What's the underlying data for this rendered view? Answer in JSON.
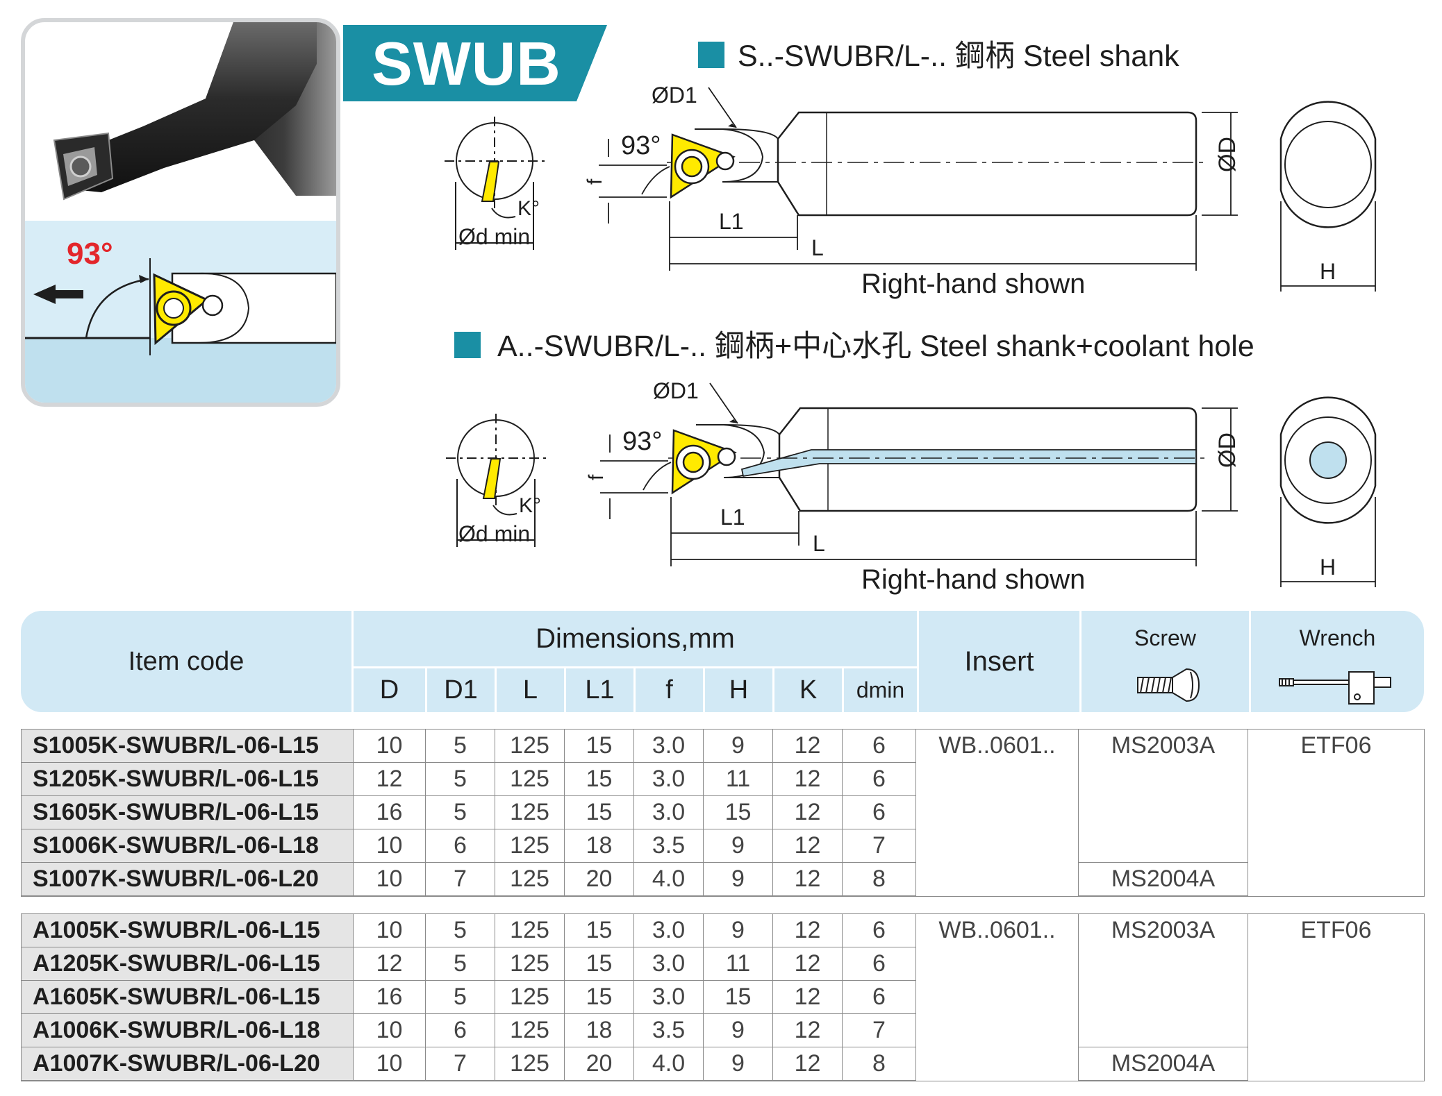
{
  "title": "SWUB",
  "photo": {
    "angle_label": "93°"
  },
  "sections": [
    {
      "title": "S..-SWUBR/L-..  鋼柄 Steel shank",
      "caption": "Right-hand shown",
      "labels": {
        "angle": "93°",
        "d1": "ØD1",
        "f": "f",
        "l1": "L1",
        "l": "L",
        "d": "ØD",
        "h": "H",
        "k": "K°",
        "dmin": "Ød min"
      }
    },
    {
      "title": "A..-SWUBR/L-..  鋼柄+中心水孔 Steel shank+coolant hole",
      "caption": "Right-hand shown",
      "labels": {
        "angle": "93°",
        "d1": "ØD1",
        "f": "f",
        "l1": "L1",
        "l": "L",
        "d": "ØD",
        "h": "H",
        "k": "K°",
        "dmin": "Ød min"
      }
    }
  ],
  "table": {
    "header": {
      "item_code": "Item code",
      "dimensions": "Dimensions,mm",
      "columns": [
        "D",
        "D1",
        "L",
        "L1",
        "f",
        "H",
        "K",
        "dmin"
      ],
      "insert": "Insert",
      "screw": "Screw",
      "wrench": "Wrench"
    },
    "groups": [
      {
        "rows": [
          [
            "S1005K-SWUBR/L-06-L15",
            "10",
            "5",
            "125",
            "15",
            "3.0",
            "9",
            "12",
            "6"
          ],
          [
            "S1205K-SWUBR/L-06-L15",
            "12",
            "5",
            "125",
            "15",
            "3.0",
            "11",
            "12",
            "6"
          ],
          [
            "S1605K-SWUBR/L-06-L15",
            "16",
            "5",
            "125",
            "15",
            "3.0",
            "15",
            "12",
            "6"
          ],
          [
            "S1006K-SWUBR/L-06-L18",
            "10",
            "6",
            "125",
            "18",
            "3.5",
            "9",
            "12",
            "7"
          ],
          [
            "S1007K-SWUBR/L-06-L20",
            "10",
            "7",
            "125",
            "20",
            "4.0",
            "9",
            "12",
            "8"
          ]
        ],
        "insert": "WB..0601..",
        "screw_a": "MS2003A",
        "screw_b": "MS2004A",
        "wrench": "ETF06"
      },
      {
        "rows": [
          [
            "A1005K-SWUBR/L-06-L15",
            "10",
            "5",
            "125",
            "15",
            "3.0",
            "9",
            "12",
            "6"
          ],
          [
            "A1205K-SWUBR/L-06-L15",
            "12",
            "5",
            "125",
            "15",
            "3.0",
            "11",
            "12",
            "6"
          ],
          [
            "A1605K-SWUBR/L-06-L15",
            "16",
            "5",
            "125",
            "15",
            "3.0",
            "15",
            "12",
            "6"
          ],
          [
            "A1006K-SWUBR/L-06-L18",
            "10",
            "6",
            "125",
            "18",
            "3.5",
            "9",
            "12",
            "7"
          ],
          [
            "A1007K-SWUBR/L-06-L20",
            "10",
            "7",
            "125",
            "20",
            "4.0",
            "9",
            "12",
            "8"
          ]
        ],
        "insert": "WB..0601..",
        "screw_a": "MS2003A",
        "screw_b": "MS2004A",
        "wrench": "ETF06"
      }
    ]
  }
}
